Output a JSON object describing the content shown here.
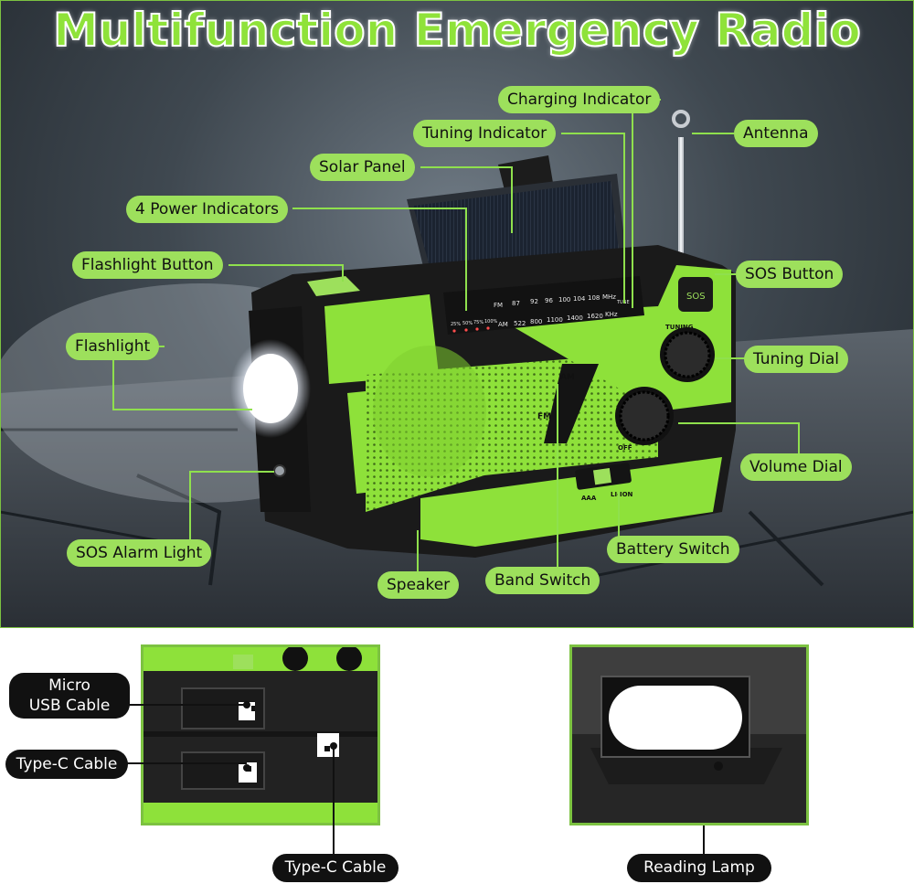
{
  "title": "Multifunction Emergency Radio",
  "callouts": {
    "charging_indicator": "Charging Indicator",
    "tuning_indicator": "Tuning Indicator",
    "antenna": "Antenna",
    "solar_panel": "Solar Panel",
    "power_indicators": "4 Power Indicators",
    "flashlight_button": "Flashlight Button",
    "sos_button": "SOS Button",
    "flashlight": "Flashlight",
    "tuning_dial": "Tuning Dial",
    "volume_dial": "Volume Dial",
    "sos_alarm_light": "SOS Alarm Light",
    "battery_switch": "Battery Switch",
    "speaker": "Speaker",
    "band_switch": "Band Switch"
  },
  "radio_markings": {
    "fm_scale": [
      "FM",
      "87",
      "92",
      "96",
      "100",
      "104",
      "108",
      "MHz"
    ],
    "am_scale": [
      "AM",
      "522",
      "800",
      "1100",
      "1400",
      "1620",
      "KHz"
    ],
    "power_levels": [
      "25%",
      "50%",
      "75%",
      "100%"
    ],
    "tune": "TUNE",
    "band_am": "AM",
    "band_fm": "FM",
    "tuning": "TUNING",
    "off": "OFF",
    "battery_aaa": "AAA",
    "battery_liion": "LI-ION",
    "sos": "SOS"
  },
  "bottom": {
    "micro_usb": "Micro\nUSB Cable",
    "type_c_left": "Type-C Cable",
    "type_c_bottom": "Type-C Cable",
    "reading_lamp": "Reading Lamp"
  },
  "colors": {
    "accent_green": "#7cc241",
    "label_green": "#9de05c",
    "radio_green": "#8ee13a",
    "title_green": "#8fe23a"
  }
}
